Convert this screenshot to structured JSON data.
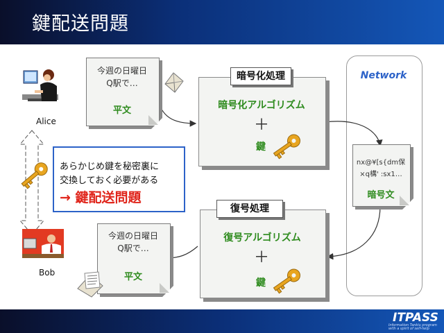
{
  "header": {
    "title": "鍵配送問題"
  },
  "footer": {
    "logo": "ITPASS",
    "logo_sub": "Information Tankiu program with a spirit of self-help"
  },
  "people": {
    "alice": "Alice",
    "bob": "Bob"
  },
  "notice": {
    "line1": "あらかじめ鍵を秘密裏に",
    "line2": "交換しておく必要がある",
    "line3": "→ 鍵配送問題"
  },
  "alice_doc": {
    "line1": "今週の日曜日",
    "line2": "Q駅で…",
    "label": "平文"
  },
  "bob_doc": {
    "line1": "今週の日曜日",
    "line2": "Q駅で…",
    "label": "平文"
  },
  "encrypt": {
    "title": "暗号化処理",
    "algorithm": "暗号化アルゴリズム",
    "plus": "＋",
    "key": "鍵"
  },
  "decrypt": {
    "title": "復号処理",
    "algorithm": "復号アルゴリズム",
    "plus": "＋",
    "key": "鍵"
  },
  "network": {
    "label": "Network",
    "cipher_line1": "nx@¥[s{dm保",
    "cipher_line2": "×q構' :sx1…",
    "cipher_label": "暗号文"
  },
  "colors": {
    "accent_green": "#2e8b1e",
    "accent_blue": "#2c62c8",
    "alert_red": "#e0261c",
    "key_gold": "#e8a520"
  }
}
